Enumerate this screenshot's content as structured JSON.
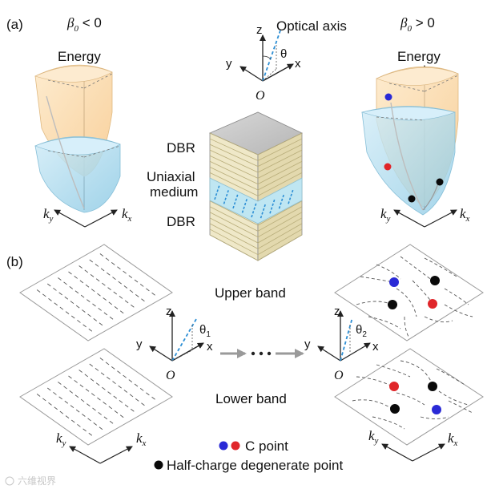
{
  "panel_a": {
    "label": "(a)",
    "left": {
      "beta_sym": "β",
      "beta_sub": "0",
      "beta_rel": " < 0",
      "energy": "Energy",
      "ky_k": "k",
      "ky_sub": "y",
      "kx_k": "k",
      "kx_sub": "x"
    },
    "right": {
      "beta_sym": "β",
      "beta_sub": "0",
      "beta_rel": " > 0",
      "energy": "Energy",
      "ky_k": "k",
      "ky_sub": "y",
      "kx_k": "k",
      "kx_sub": "x"
    },
    "axes": {
      "z": "z",
      "y": "y",
      "x": "x",
      "origin": "O",
      "theta": "θ",
      "optical_axis": "Optical axis"
    },
    "stack": {
      "dbr_top": "DBR",
      "uniaxial_1": "Uniaxial",
      "uniaxial_2": "medium",
      "dbr_bottom": "DBR"
    }
  },
  "panel_b": {
    "label": "(b)",
    "upper_band": "Upper band",
    "lower_band": "Lower band",
    "axes_left": {
      "z": "z",
      "y": "y",
      "x": "x",
      "origin": "O",
      "theta": "θ",
      "theta_sub": "1"
    },
    "axes_right": {
      "z": "z",
      "y": "y",
      "x": "x",
      "origin": "O",
      "theta": "θ",
      "theta_sub": "2"
    },
    "ky_k": "k",
    "ky_sub": "y",
    "kx_k": "k",
    "kx_sub": "x"
  },
  "legend": {
    "c_point": "C point",
    "half_charge": "Half-charge degenerate point"
  },
  "watermark": "六维视界",
  "colors": {
    "c_point_blue": "#2a2ad6",
    "c_point_red": "#e0262a",
    "degenerate_black": "#0a0a0a",
    "upper_surface": "#fbd9a8",
    "lower_surface": "#a9d6ec",
    "optical_axis_dash": "#2d8fd5",
    "dbr_layer": "#ece3b8",
    "uniaxial_layer": "#bfe6f2"
  }
}
